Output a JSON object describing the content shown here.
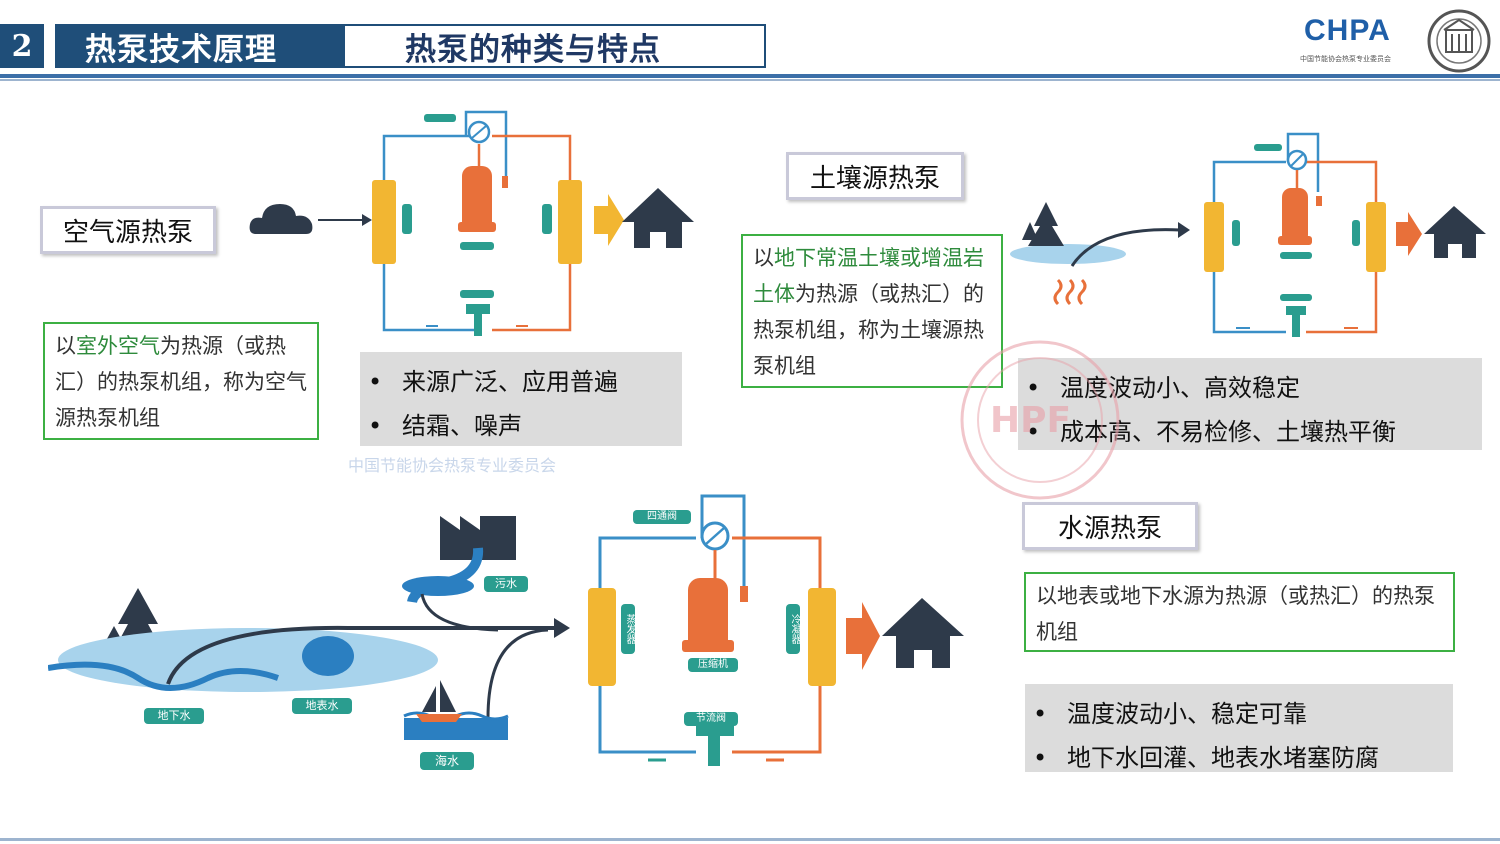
{
  "header": {
    "section_number": "2",
    "section_title": "热泵技术原理",
    "page_title": "热泵的种类与特点",
    "logo_text": "CHPA",
    "logo_subtext": "中国节能协会热泵专业委员会"
  },
  "air_source": {
    "label": "空气源热泵",
    "desc_pre": "以",
    "desc_highlight": "室外空气",
    "desc_post": "为热源（或热汇）的热泵机组，称为空气源热泵机组",
    "features": [
      "来源广泛、应用普遍",
      "结霜、噪声"
    ]
  },
  "soil_source": {
    "label": "土壤源热泵",
    "desc_pre": "以",
    "desc_highlight": "地下常温土壤或增温岩土体",
    "desc_post": "为热源（或热汇）的热泵机组，称为土壤源热泵机组",
    "features": [
      "温度波动小、高效稳定",
      "成本高、不易检修、土壤热平衡"
    ]
  },
  "water_source": {
    "label": "水源热泵",
    "desc": "以地表或地下水源为热源（或热汇）的热泵机组",
    "features": [
      "温度波动小、稳定可靠",
      "地下水回灌、地表水堵塞防腐"
    ]
  },
  "diagram_labels": {
    "four_way_valve": "四通阀",
    "compressor": "压缩机",
    "throttle": "节流阀",
    "evaporator": "蒸发器",
    "condenser": "冷凝器",
    "sewage": "污水",
    "groundwater": "地下水",
    "surface_water": "地表水",
    "seawater": "海水"
  },
  "watermark": {
    "text": "中国节能协会热泵专业委员会",
    "stamp": "HPF"
  },
  "colors": {
    "header_blue": "#1f4e79",
    "pipe_blue": "#3a8fc7",
    "pipe_orange": "#e8703a",
    "coil_yellow": "#f2b632",
    "compressor_orange": "#e8703a",
    "house_dark": "#2e3a4a",
    "label_teal": "#2a9d8f",
    "green_border": "#3cb043",
    "water_light": "#a8d3ec",
    "water_dark": "#2b7fc1"
  }
}
